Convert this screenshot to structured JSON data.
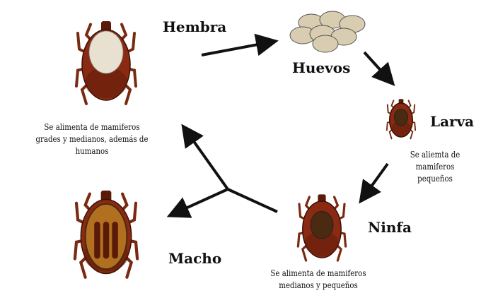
{
  "stages": {
    "hembra": {
      "label": "Hembra",
      "note": [
        "Se alimenta de mamiferos",
        "grades y medianos, además de",
        "humanos"
      ]
    },
    "huevos": {
      "label": "Huevos"
    },
    "larva": {
      "label": "Larva",
      "note": [
        "Se aliemta de",
        "mamiferos",
        "pequeños"
      ]
    },
    "ninfa": {
      "label": "Ninfa",
      "note": [
        "Se alimenta de mamiferos",
        "medianos y pequeños"
      ]
    },
    "macho": {
      "label": "Macho"
    }
  },
  "colors": {
    "body": "#8a2a12",
    "body_dark": "#5a1a08",
    "leg": "#7a2a10",
    "scutum": "#4a2a10",
    "scutum_female": "#e8e0d0",
    "egg": "#d8cdb0",
    "arrow": "#111111"
  }
}
